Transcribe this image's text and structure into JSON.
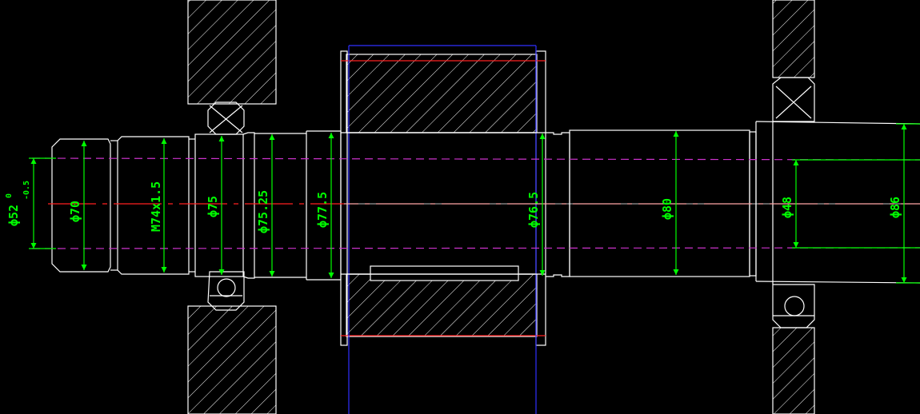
{
  "colors": {
    "background": "#000000",
    "outline": "#ffffff",
    "dimension": "#00ff00",
    "hidden_line": "#cc33cc",
    "center_line": "#ff2020",
    "construction": "#3030ff"
  },
  "dimensions": {
    "d52": "ϕ52",
    "d52_tol_upper": "0",
    "d52_tol_lower": "-0.5",
    "d70": "ϕ70",
    "thread": "M74x1.5",
    "d75": "ϕ75",
    "d75_25": "ϕ75.25",
    "d77_5": "ϕ77.5",
    "d76_5": "ϕ76.5",
    "d80": "ϕ80",
    "d48": "ϕ48",
    "d86": "ϕ86"
  }
}
